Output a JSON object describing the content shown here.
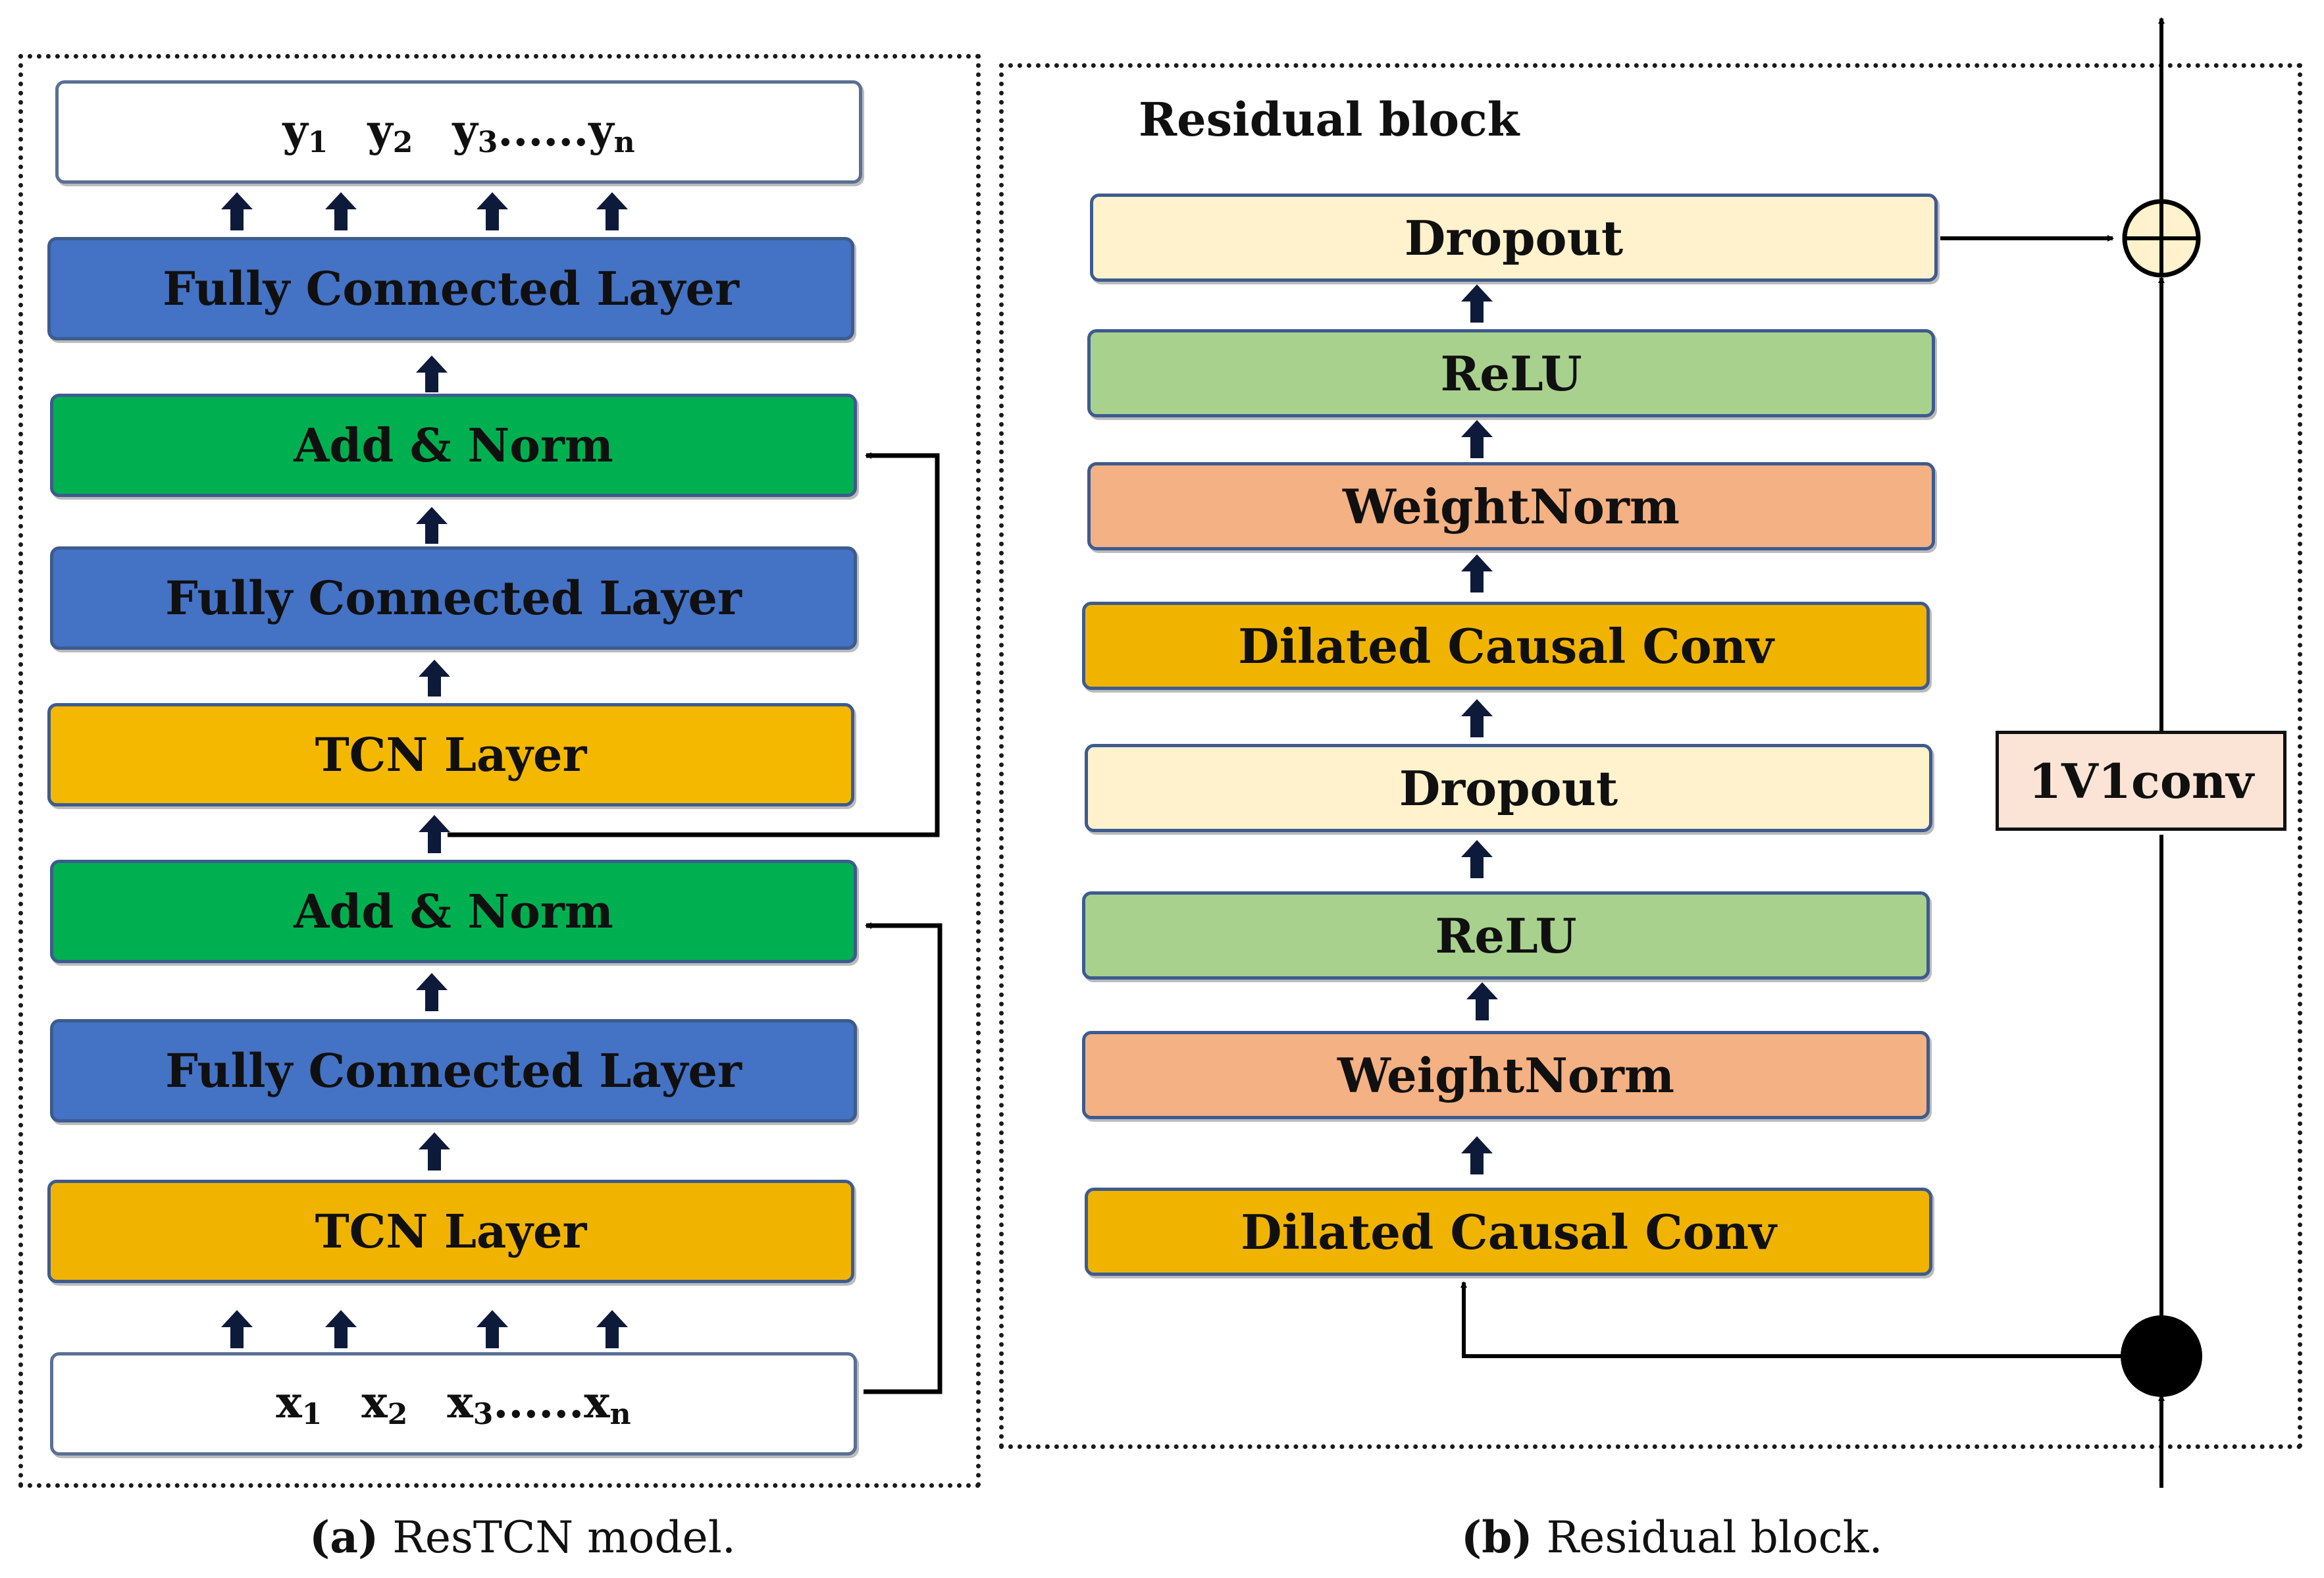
{
  "panel_a": {
    "output_row": {
      "y1": "y",
      "y1_sub": "1",
      "y2": "y",
      "y2_sub": "2",
      "y3": "y",
      "y3_sub": "3",
      "dots": "......",
      "yn": "y",
      "yn_sub": "n"
    },
    "layers": [
      {
        "label": "Fully Connected Layer",
        "color": "#4472c4"
      },
      {
        "label": "Add & Norm",
        "color": "#00b050"
      },
      {
        "label": "Fully Connected Layer",
        "color": "#4472c4"
      },
      {
        "label": "TCN Layer",
        "color": "#f5b800"
      },
      {
        "label": "Add & Norm",
        "color": "#00b050"
      },
      {
        "label": "Fully Connected Layer",
        "color": "#4472c4"
      },
      {
        "label": "TCN Layer",
        "color": "#f0b400"
      }
    ],
    "input_row": {
      "x1": "x",
      "x1_sub": "1",
      "x2": "x",
      "x2_sub": "2",
      "x3": "x",
      "x3_sub": "3",
      "dots": "......",
      "xn": "x",
      "xn_sub": "n"
    },
    "caption_tag": "(a)",
    "caption_text": "ResTCN model."
  },
  "panel_b": {
    "title": "Residual block",
    "layers": [
      {
        "label": "Dropout",
        "color": "#fff2cc"
      },
      {
        "label": "ReLU",
        "color": "#a9d18e"
      },
      {
        "label": "WeightNorm",
        "color": "#f4b183"
      },
      {
        "label": "Dilated Causal Conv",
        "color": "#f0b400"
      },
      {
        "label": "Dropout",
        "color": "#fff2cc"
      },
      {
        "label": "ReLU",
        "color": "#a9d18e"
      },
      {
        "label": "WeightNorm",
        "color": "#f4b183"
      },
      {
        "label": "Dilated Causal Conv",
        "color": "#f0b400"
      }
    ],
    "skip_conv": {
      "label": "1V1conv",
      "color": "#fbe4d6"
    },
    "caption_tag": "(b)",
    "caption_text": "Residual block."
  }
}
